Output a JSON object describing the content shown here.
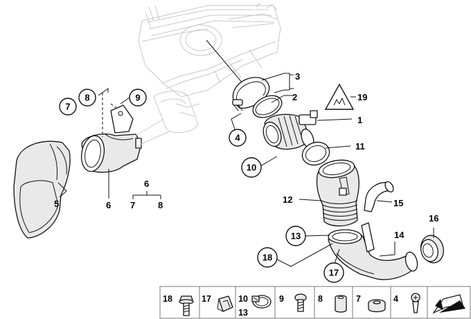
{
  "callouts": {
    "c1": "1",
    "c2": "2",
    "c3": "3",
    "c4": "4",
    "c5": "5",
    "c6": "6",
    "c6b": "6",
    "c7": "7",
    "c7b": "7",
    "c8": "8",
    "c8b": "8",
    "c9": "9",
    "c10": "10",
    "c11": "11",
    "c12": "12",
    "c13": "13",
    "c14": "14",
    "c15": "15",
    "c16": "16",
    "c17": "17",
    "c18": "18",
    "c19": "19"
  },
  "tray": {
    "cells": [
      "18",
      "17",
      "10",
      "13",
      "9",
      "8",
      "7",
      "4"
    ]
  }
}
